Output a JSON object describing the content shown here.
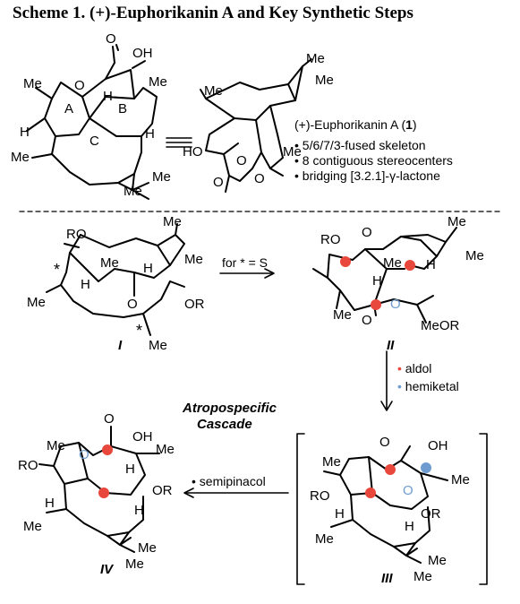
{
  "title": "Scheme 1. (+)-Euphorikanin A and Key Synthetic Steps",
  "compound": {
    "name": "(+)-Euphorikanin A (",
    "number": "1",
    "close": ")",
    "features": [
      "• 5/6/7/3-fused skeleton",
      "• 8 contiguous stereocenters",
      "• bridging [3.2.1]-γ-lactone"
    ]
  },
  "labels": {
    "me": "Me",
    "oh": "OH",
    "h": "H",
    "o": "O",
    "ho": "HO",
    "ro": "RO",
    "or": "OR",
    "ring_a": "A",
    "ring_b": "B",
    "ring_c": "C",
    "star": "*"
  },
  "arrows": {
    "step1": "for * = S",
    "aldol": "aldol",
    "hemiketal": "hemiketal",
    "semipinacol": "• semipinacol",
    "cascade_line1": "Atropospecific",
    "cascade_line2": "Cascade"
  },
  "intermediates": [
    "I",
    "II",
    "III",
    "IV"
  ],
  "colors": {
    "red_marker": "#e8483c",
    "blue_marker": "#6f9cd0"
  }
}
